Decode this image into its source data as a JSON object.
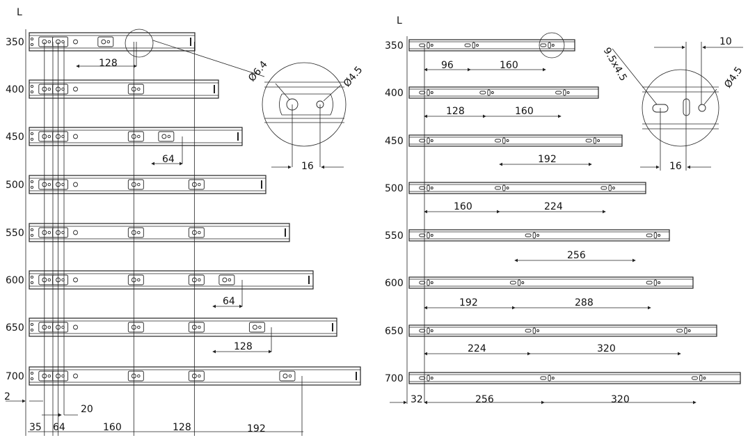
{
  "left_panel": {
    "header": "L",
    "rows": [
      {
        "L": "350",
        "holes": [
          35,
          64,
          160
        ]
      },
      {
        "L": "400",
        "holes": [
          35,
          64,
          224
        ]
      },
      {
        "L": "450",
        "holes": [
          35,
          64,
          224,
          288
        ]
      },
      {
        "L": "500",
        "holes": [
          35,
          64,
          224,
          352
        ]
      },
      {
        "L": "550",
        "holes": [
          35,
          64,
          224,
          352
        ]
      },
      {
        "L": "600",
        "holes": [
          35,
          64,
          224,
          352,
          416
        ]
      },
      {
        "L": "650",
        "holes": [
          35,
          64,
          224,
          352,
          480
        ]
      },
      {
        "L": "700",
        "holes": [
          35,
          64,
          224,
          352,
          544
        ]
      }
    ],
    "dimensions": {
      "d350": "128",
      "d450": "64",
      "d600": "64",
      "d650": "128",
      "offset_2": "2",
      "offset_20": "20",
      "bottom": [
        "35",
        "64",
        "160",
        "128",
        "192"
      ]
    },
    "detail": {
      "hole_large": "Ø6.4",
      "hole_small": "Ø4.5",
      "spacing": "16"
    }
  },
  "right_panel": {
    "header": "L",
    "rows": [
      {
        "L": "350",
        "holes": [
          32,
          128,
          288
        ]
      },
      {
        "L": "400",
        "holes": [
          32,
          160,
          320
        ]
      },
      {
        "L": "450",
        "holes": [
          32,
          192,
          384
        ]
      },
      {
        "L": "500",
        "holes": [
          32,
          192,
          416
        ]
      },
      {
        "L": "550",
        "holes": [
          32,
          256,
          512
        ]
      },
      {
        "L": "600",
        "holes": [
          32,
          224,
          512
        ]
      },
      {
        "L": "650",
        "holes": [
          32,
          256,
          576
        ]
      },
      {
        "L": "700",
        "holes": [
          32,
          288,
          608
        ]
      }
    ],
    "dimensions": {
      "d350": [
        "96",
        "160"
      ],
      "d400": [
        "128",
        "160"
      ],
      "d450": "192",
      "d500": [
        "160",
        "224"
      ],
      "d550": "256",
      "d600": [
        "192",
        "288"
      ],
      "d650": [
        "224",
        "320"
      ],
      "d700": [
        "256",
        "320"
      ],
      "offset_32": "32"
    },
    "detail": {
      "slot": "9.5x4.5",
      "hole_small": "Ø4.5",
      "top": "10",
      "spacing": "16"
    }
  }
}
